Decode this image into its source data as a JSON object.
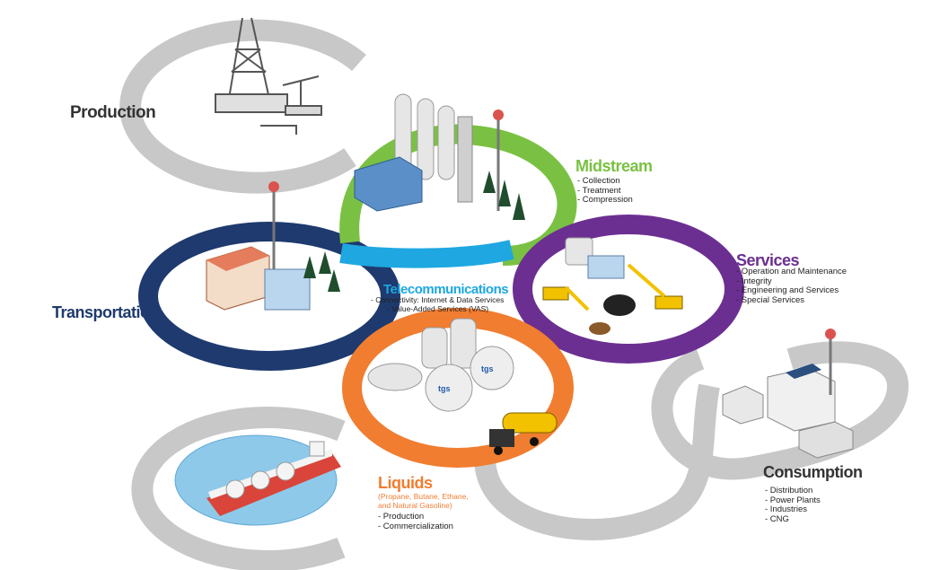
{
  "colors": {
    "production": "#333333",
    "midstream": "#7ac143",
    "services": "#6b2f91",
    "transportation": "#1e3a6e",
    "telecommunications": "#1ea7e1",
    "liquids": "#f07d30",
    "consumption": "#333333",
    "gray_ring": "#c8c8c8"
  },
  "production": {
    "title": "Production"
  },
  "midstream": {
    "title": "Midstream",
    "items": [
      "- Collection",
      "- Treatment",
      "- Compression"
    ]
  },
  "services": {
    "title": "Services",
    "items": [
      "- Operation and Maintenance",
      "- Integrity",
      "- Engineering and Services",
      "- Special Services"
    ]
  },
  "transportation": {
    "title": "Transportation"
  },
  "telecommunications": {
    "title": "Telecommunications",
    "items": [
      "- Connectivity: Internet & Data Services",
      "- Value-Added Services (VAS)"
    ]
  },
  "liquids": {
    "title": "Liquids",
    "subtitle_lines": [
      "(Propane, Butane, Ethane,",
      "and Natural Gasoline)"
    ],
    "items": [
      "- Production",
      "- Commercialization"
    ]
  },
  "consumption": {
    "title": "Consumption",
    "items": [
      "- Distribution",
      "- Power Plants",
      "- Industries",
      "- CNG"
    ]
  },
  "tank_logo": "tgs"
}
